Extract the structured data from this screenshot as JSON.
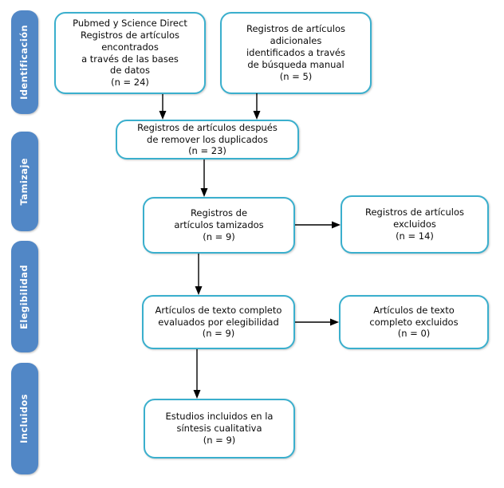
{
  "diagram": {
    "type": "prisma-flow-diagram",
    "language": "es",
    "colors": {
      "stage_fill": "#5187c6",
      "stage_text": "#ffffff",
      "box_border": "#3aafcd",
      "box_fill": "#ffffff",
      "box_text": "#0a0a0a",
      "connector": "#000000",
      "background": "#ffffff"
    },
    "stages": [
      {
        "id": "identificacion",
        "label": "Identificación"
      },
      {
        "id": "tamizaje",
        "label": "Tamizaje"
      },
      {
        "id": "elegibilidad",
        "label": "Elegibilidad"
      },
      {
        "id": "incluidos",
        "label": "Incluidos"
      }
    ],
    "boxes": [
      {
        "id": "records-databases",
        "stage": "identificacion",
        "text": "Pubmed y Science Direct\nRegistros de artículos\nencontrados\na través de las bases\nde datos\n(n = 24)",
        "n": 24
      },
      {
        "id": "records-manual",
        "stage": "identificacion",
        "text": "Registros de artículos\nadicionales\nidentificados a través\nde búsqueda manual\n(n = 5)",
        "n": 5
      },
      {
        "id": "records-after-duplicates",
        "stage": "tamizaje",
        "text": "Registros de artículos después\nde remover los duplicados\n(n = 23)",
        "n": 23
      },
      {
        "id": "records-screened",
        "stage": "tamizaje",
        "text": "Registros de\nartículos tamizados\n(n = 9)",
        "n": 9
      },
      {
        "id": "records-excluded",
        "stage": "tamizaje",
        "text": "Registros de artículos\nexcluidos\n(n = 14)",
        "n": 14
      },
      {
        "id": "fulltext-assessed",
        "stage": "elegibilidad",
        "text": "Artículos de texto completo\nevaluados por elegibilidad\n(n = 9)",
        "n": 9
      },
      {
        "id": "fulltext-excluded",
        "stage": "elegibilidad",
        "text": "Artículos de texto\ncompleto excluidos\n(n = 0)",
        "n": 0
      },
      {
        "id": "studies-included",
        "stage": "incluidos",
        "text": "Estudios incluidos en la\nsíntesis cualitativa\n(n = 9)",
        "n": 9
      }
    ],
    "connectors": [
      {
        "id": "databases-to-duplicates",
        "from": "records-databases",
        "to": "records-after-duplicates",
        "direction": "down"
      },
      {
        "id": "manual-to-duplicates",
        "from": "records-manual",
        "to": "records-after-duplicates",
        "direction": "down"
      },
      {
        "id": "duplicates-to-screened",
        "from": "records-after-duplicates",
        "to": "records-screened",
        "direction": "down"
      },
      {
        "id": "screened-to-excluded",
        "from": "records-screened",
        "to": "records-excluded",
        "direction": "right"
      },
      {
        "id": "screened-to-fulltext",
        "from": "records-screened",
        "to": "fulltext-assessed",
        "direction": "down"
      },
      {
        "id": "fulltext-to-excluded",
        "from": "fulltext-assessed",
        "to": "fulltext-excluded",
        "direction": "right"
      },
      {
        "id": "fulltext-to-included",
        "from": "fulltext-assessed",
        "to": "studies-included",
        "direction": "down"
      }
    ]
  }
}
